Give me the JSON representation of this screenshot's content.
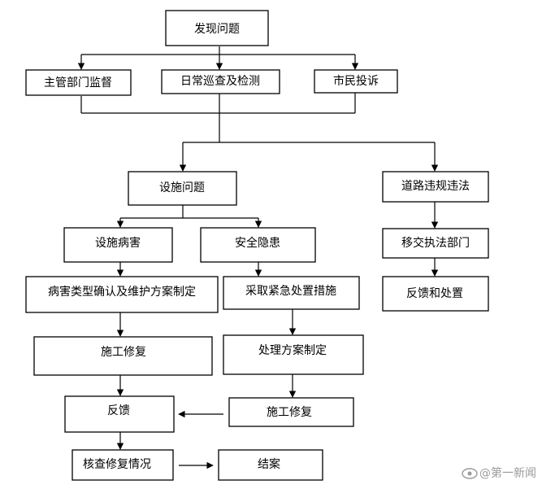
{
  "nodes": {
    "discover": "发现问题",
    "supervision": "主管部门监督",
    "inspection": "日常巡查及检测",
    "complaint": "市民投诉",
    "facility": "设施问题",
    "violation": "道路违规违法",
    "damage": "设施病害",
    "hazard": "安全隐患",
    "transfer": "移交执法部门",
    "classify": "病害类型确认及维护方案制定",
    "emergency": "采取紧急处置措施",
    "feedback_handle": "反馈和处置",
    "repair_left": "施工修复",
    "plan": "处理方案制定",
    "feedback": "反馈",
    "repair_right": "施工修复",
    "verify": "核查修复情况",
    "close": "结案"
  },
  "watermark": {
    "text": "@第一新闻",
    "icon": "weibo-eye-icon"
  }
}
